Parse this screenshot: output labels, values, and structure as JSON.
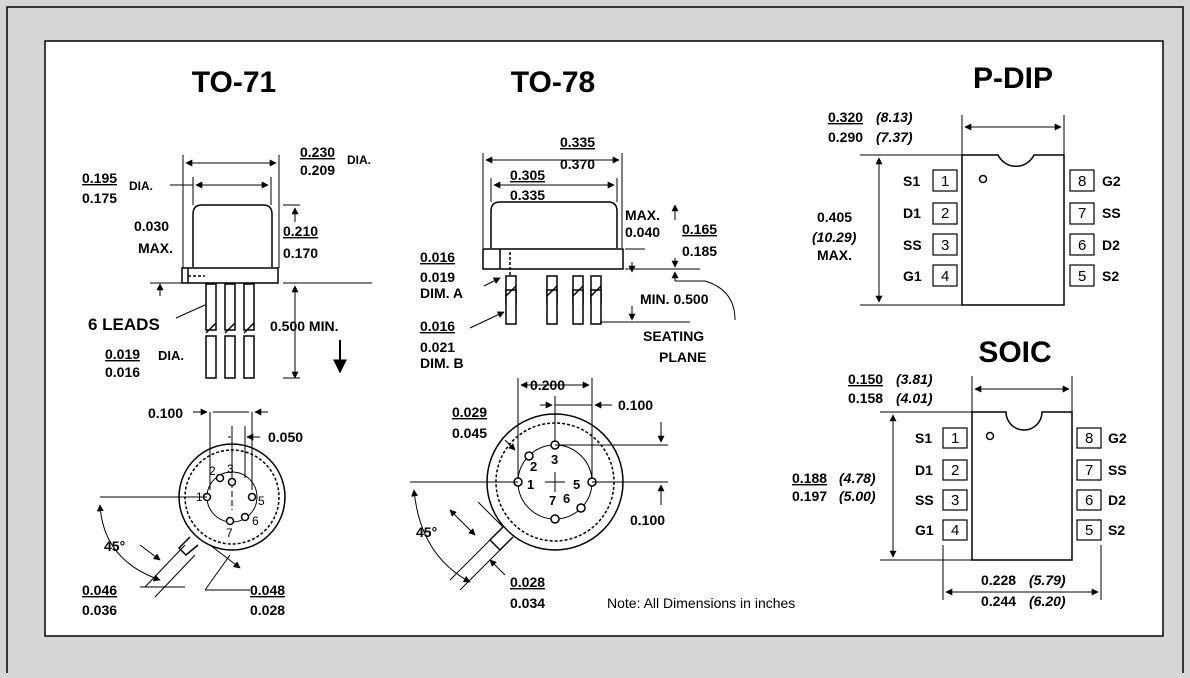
{
  "titles": {
    "to71": "TO-71",
    "to78": "TO-78",
    "pdip": "P-DIP",
    "soic": "SOIC"
  },
  "note": "Note: All Dimensions in inches",
  "to71": {
    "dia_top_num": "0.230",
    "dia_top_den": "0.209",
    "dia_top_suffix": "DIA.",
    "dia_body_num": "0.195",
    "dia_body_den": "0.175",
    "dia_body_suffix": "DIA.",
    "flange_l1": "0.030",
    "flange_l2": "MAX.",
    "height_num": "0.210",
    "height_den": "0.170",
    "leads_label": "6 LEADS",
    "lead_length": "0.500 MIN.",
    "lead_dia_num": "0.019",
    "lead_dia_den": "0.016",
    "lead_dia_suffix": "DIA.",
    "pitch_100": "0.100",
    "pitch_050": "0.050",
    "angle": "45°",
    "tab_w_num": "0.046",
    "tab_w_den": "0.036",
    "tab_l_num": "0.048",
    "tab_l_den": "0.028",
    "pins": [
      "1",
      "2",
      "3",
      "5",
      "6",
      "7"
    ]
  },
  "to78": {
    "outer_num": "0.335",
    "outer_den": "0.370",
    "inner_num": "0.305",
    "inner_den": "0.335",
    "max_label": "MAX.",
    "max_val": "0.040",
    "height_num": "0.165",
    "height_den": "0.185",
    "dimA_num": "0.016",
    "dimA_den": "0.019",
    "dimA_label": "DIM. A",
    "dimB_num": "0.016",
    "dimB_den": "0.021",
    "dimB_label": "DIM. B",
    "min_lead": "MIN. 0.500",
    "seating_l1": "SEATING",
    "seating_l2": "PLANE",
    "pitch_200": "0.200",
    "pitch_100a": "0.100",
    "pitch_100b": "0.100",
    "tab_num": "0.029",
    "tab_den": "0.045",
    "angle": "45°",
    "tab_w_num": "0.028",
    "tab_w_den": "0.034",
    "pins": [
      "1",
      "2",
      "3",
      "5",
      "6",
      "7"
    ]
  },
  "pdip": {
    "width_num": "0.320",
    "width_num_mm": "(8.13)",
    "width_den": "0.290",
    "width_den_mm": "(7.37)",
    "len_in": "0.405",
    "len_mm": "(10.29)",
    "len_max": "MAX.",
    "left_pins": [
      {
        "name": "S1",
        "num": "1"
      },
      {
        "name": "D1",
        "num": "2"
      },
      {
        "name": "SS",
        "num": "3"
      },
      {
        "name": "G1",
        "num": "4"
      }
    ],
    "right_pins": [
      {
        "name": "G2",
        "num": "8"
      },
      {
        "name": "SS",
        "num": "7"
      },
      {
        "name": "D2",
        "num": "6"
      },
      {
        "name": "S2",
        "num": "5"
      }
    ]
  },
  "soic": {
    "width_num": "0.150",
    "width_num_mm": "(3.81)",
    "width_den": "0.158",
    "width_den_mm": "(4.01)",
    "len_num": "0.188",
    "len_num_mm": "(4.78)",
    "len_den": "0.197",
    "len_den_mm": "(5.00)",
    "bottom_num": "0.228",
    "bottom_num_mm": "(5.79)",
    "bottom_den": "0.244",
    "bottom_den_mm": "(6.20)",
    "left_pins": [
      {
        "name": "S1",
        "num": "1"
      },
      {
        "name": "D1",
        "num": "2"
      },
      {
        "name": "SS",
        "num": "3"
      },
      {
        "name": "G1",
        "num": "4"
      }
    ],
    "right_pins": [
      {
        "name": "G2",
        "num": "8"
      },
      {
        "name": "SS",
        "num": "7"
      },
      {
        "name": "D2",
        "num": "6"
      },
      {
        "name": "S2",
        "num": "5"
      }
    ]
  }
}
